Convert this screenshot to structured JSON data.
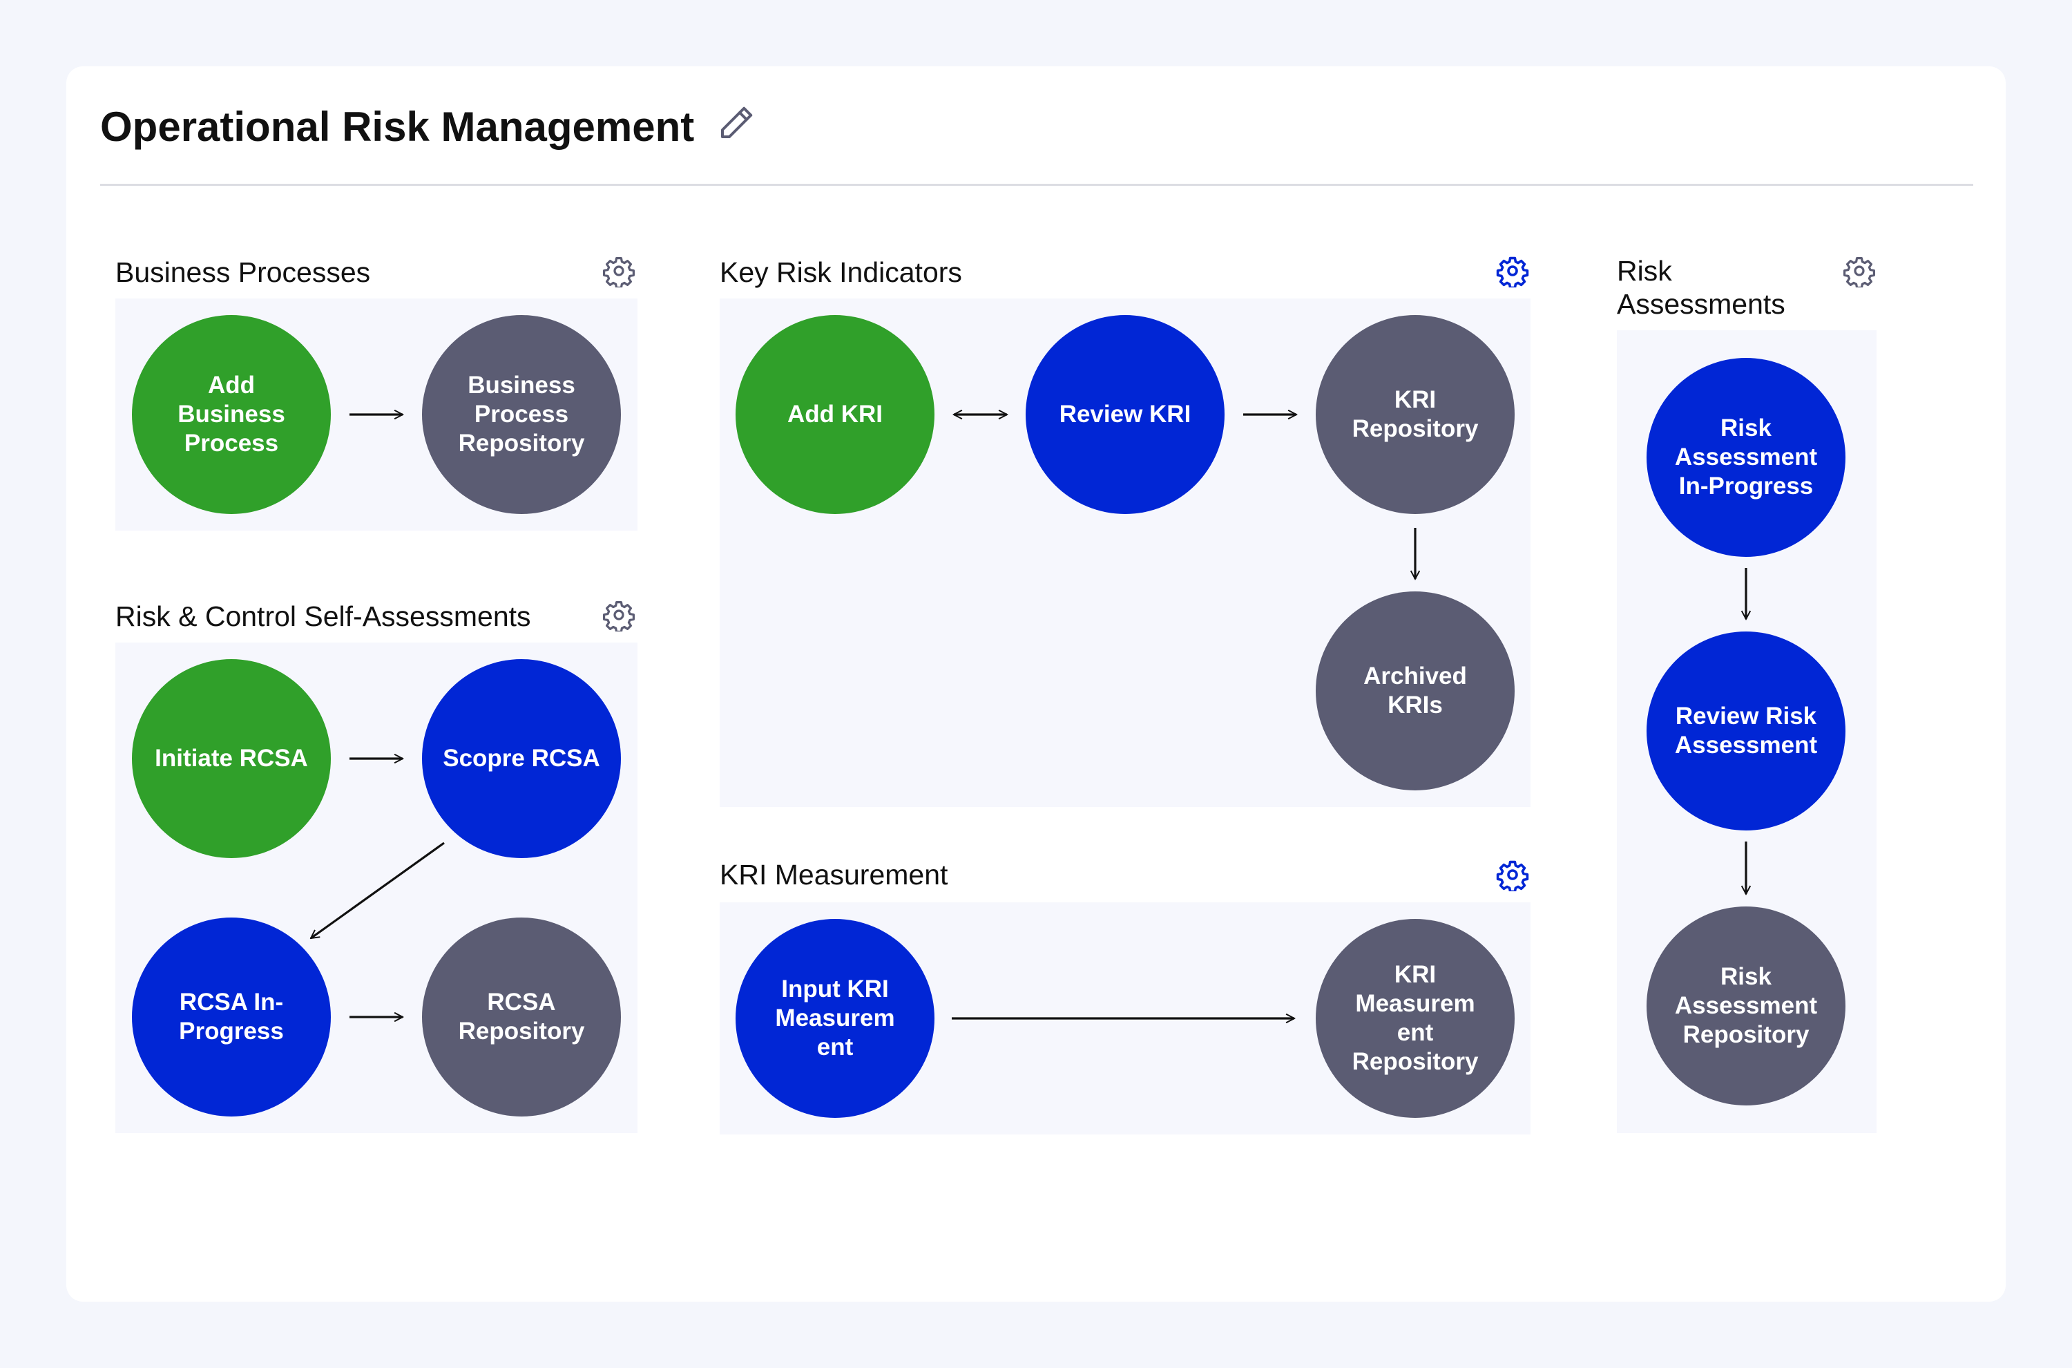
{
  "page": {
    "title": "Operational Risk Management"
  },
  "colors": {
    "green": "#30a02a",
    "blue": "#0126d5",
    "gray": "#5b5c73",
    "gear_blue": "#0126d5",
    "gear_gray": "#5b5c73"
  },
  "sections": {
    "business_processes": {
      "title": "Business Processes",
      "nodes": {
        "add": "Add Business Process",
        "repository": "Business Process Repository"
      }
    },
    "rcsa": {
      "title": "Risk & Control Self-Assessments",
      "nodes": {
        "initiate": "Initiate RCSA",
        "scope": "Scopre RCSA",
        "in_progress": "RCSA In-Progress",
        "repository": "RCSA Repository"
      }
    },
    "kri": {
      "title": "Key Risk Indicators",
      "nodes": {
        "add": "Add KRI",
        "review": "Review KRI",
        "repository": "KRI Repository",
        "archived": "Archived KRIs"
      }
    },
    "kri_measurement": {
      "title": "KRI Measurement",
      "nodes": {
        "input": "Input KRI Measurem ent",
        "repository": "KRI Measurem ent Repository"
      }
    },
    "risk_assessments": {
      "title": "Risk Assessments",
      "nodes": {
        "in_progress": "Risk Assessment In-Progress",
        "review": "Review Risk Assessment",
        "repository": "Risk Assessment Repository"
      }
    }
  }
}
